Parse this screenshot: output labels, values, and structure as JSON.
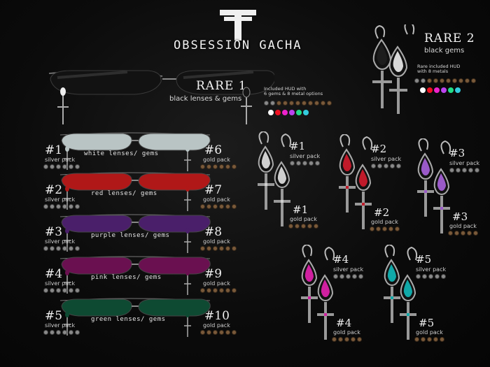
{
  "header": {
    "title": "OBSESSION GACHA"
  },
  "rare1": {
    "label": "RARE 1",
    "subtitle": "black lenses & gems",
    "hud": [
      "Included HUD with",
      "6 gems & 8 metal options"
    ]
  },
  "rare2": {
    "label": "RARE 2",
    "subtitle": "black gems",
    "hud": [
      "Rare included HUD",
      "with 8 metals"
    ]
  },
  "glasses": [
    {
      "num": "1",
      "pack": "silver pack",
      "label": "white lenses/ gems",
      "gnum": "6",
      "gpack": "gold pack",
      "color": "#b9c4c4"
    },
    {
      "num": "2",
      "pack": "silver pack",
      "label": "red lenses/ gems",
      "gnum": "7",
      "gpack": "gold pack",
      "color": "#b01818"
    },
    {
      "num": "3",
      "pack": "silver pack",
      "label": "purple lenses/ gems",
      "gnum": "8",
      "gpack": "gold pack",
      "color": "#4a1f6a"
    },
    {
      "num": "4",
      "pack": "silver pack",
      "label": "pink lenses/ gems",
      "gnum": "9",
      "gpack": "gold pack",
      "color": "#6a1050"
    },
    {
      "num": "5",
      "pack": "silver pack",
      "label": "green lenses/ gems",
      "gnum": "10",
      "gpack": "gold pack",
      "color": "#0e4a32"
    }
  ],
  "earrings": [
    {
      "snum": "1",
      "spack": "silver pack",
      "gnum": "1",
      "gpack": "gold pack",
      "color": "#cfcfcf"
    },
    {
      "snum": "2",
      "spack": "silver pack",
      "gnum": "2",
      "gpack": "gold pack",
      "color": "#c01a2a"
    },
    {
      "snum": "3",
      "spack": "silver pack",
      "gnum": "3",
      "gpack": "gold pack",
      "color": "#9a5ac8"
    },
    {
      "snum": "4",
      "spack": "silver pack",
      "gnum": "4",
      "gpack": "gold pack",
      "color": "#d020a0"
    },
    {
      "snum": "5",
      "spack": "silver pack",
      "gnum": "5",
      "gpack": "gold pack",
      "color": "#10a8a8"
    }
  ],
  "colors": {
    "gem_options": [
      "#ffffff",
      "#ee1122",
      "#ee22cc",
      "#bb44ee",
      "#22dd88",
      "#33ccdd"
    ]
  }
}
